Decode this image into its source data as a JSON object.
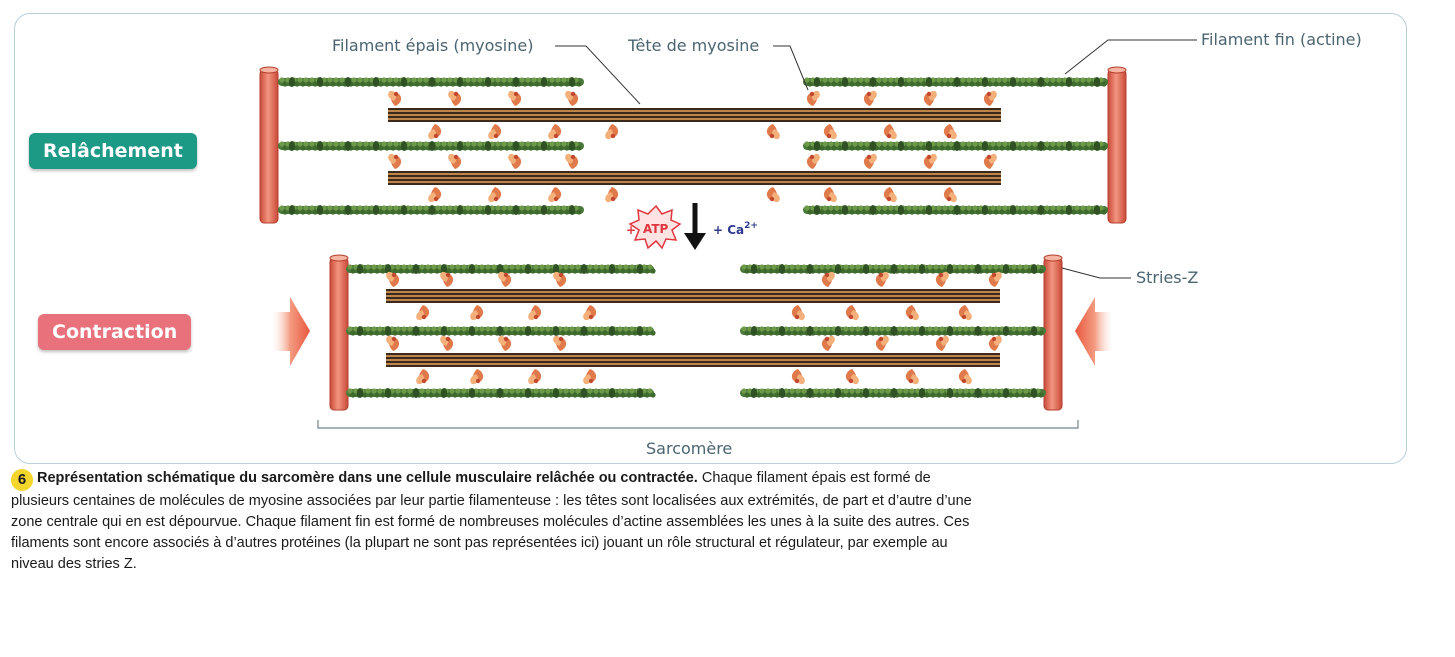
{
  "labels": {
    "thick_filament": "Filament épais (myosine)",
    "myosin_head": "Tête de myosine",
    "thin_filament": "Filament fin (actine)",
    "z_lines": "Stries-Z",
    "sarcomere": "Sarcomère",
    "atp": "ATP",
    "atp_plus": "+",
    "calcium": "+ Ca",
    "calcium_charge": "2+"
  },
  "states": {
    "relaxed": "Relâchement",
    "contracted": "Contraction"
  },
  "caption": {
    "figure_number": "6",
    "title": "Représentation schématique du sarcomère dans une cellule musculaire relâchée ou contractée.",
    "body": " Chaque filament épais est formé de plusieurs centaines de molécules de myosine associées par leur partie filamenteuse : les têtes sont localisées aux extrémités, de part et d’autre d’une zone centrale qui en est dépourvue. Chaque filament fin est formé de nombreuses molécules d’actine assemblées les unes à la suite des autres. Ces filaments sont encore associés à d’autres protéines (la plupart ne sont pas représentées ici) jouant un rôle structural et régulateur, par exemple au niveau des stries Z."
  },
  "colors": {
    "relaxed_label": "#1d9a86",
    "contracted_label": "#e8717c",
    "z_disc": "#e8735e",
    "actin": "#4a7a3a",
    "myosin_dark": "#3b2a1c",
    "myosin_light": "#e9a35a",
    "head": "#e07a4a",
    "frame": "#b9cfdc",
    "callout_text": "#4b6472"
  }
}
